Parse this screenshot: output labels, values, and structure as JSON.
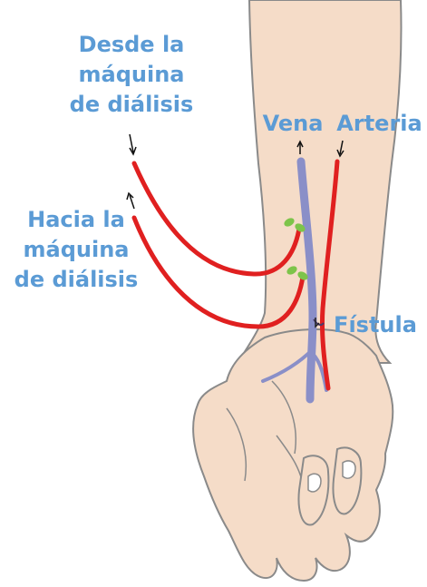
{
  "labels": {
    "from_machine": [
      "Desde la",
      "máquina",
      "de diálisis"
    ],
    "to_machine": [
      "Hacia la",
      "máquina",
      "de diálisis"
    ],
    "vein": "Vena",
    "artery": "Arteria",
    "fistula": "Fístula"
  },
  "colors": {
    "label_text": "#5b9bd5",
    "skin": "#f5dcc8",
    "outline": "#8a8a8a",
    "blood_line": "#e02020",
    "vein": "#8a8fc8",
    "needle_clip": "#7dc44a"
  },
  "icons": [
    "arrow-down-icon",
    "arrow-up-icon"
  ]
}
